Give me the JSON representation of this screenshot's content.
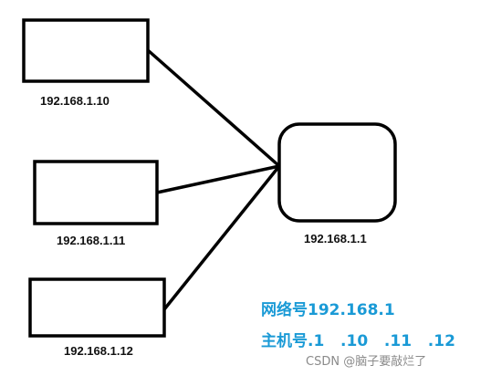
{
  "hosts": [
    {
      "ip": "192.168.1.10"
    },
    {
      "ip": "192.168.1.11"
    },
    {
      "ip": "192.168.1.12"
    }
  ],
  "router": {
    "ip": "192.168.1.1"
  },
  "notes": {
    "network_line": "网络号192.168.1",
    "host_line": "主机号.1   .10   .11   .12"
  },
  "watermark": "CSDN @脑子要敲烂了",
  "colors": {
    "stroke": "#000000",
    "note": "#1a9ad6",
    "watermark": "#8a8a8a"
  }
}
